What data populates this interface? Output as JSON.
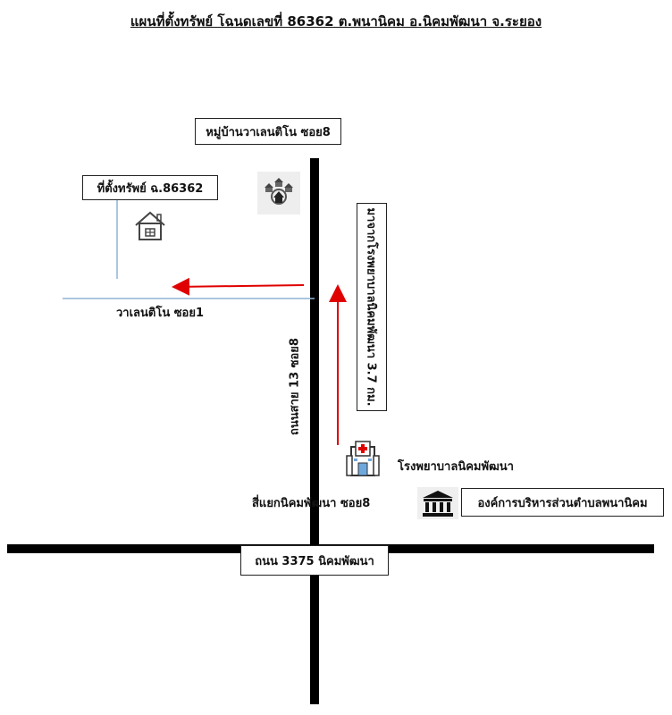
{
  "title": "แผนที่ตั้งทรัพย์ โฉนดเลขที่ 86362 ต.พนานิคม อ.นิคมพัฒนา จ.ระยอง",
  "labels": {
    "village": "หมู่บ้านวาเลนติโน ซอย8",
    "property": "ที่ตั้งทรัพย์ ฉ.86362",
    "soi1": "วาเลนติโน ซอย1",
    "road_vertical": "ถนนสาย 13 ซอย8",
    "distance_note": "มาจากโรงพยาบาลนิคมพัฒนา 3.7 กม.",
    "hospital": "โรงพยาบาลนิคมพัฒนา",
    "intersection": "สี่แยกนิคมพัฒนา ซอย8",
    "subdistrict_office": "องค์การบริหารส่วนตำบลพนานิคม",
    "main_road": "ถนน 3375 นิคมพัฒนา"
  },
  "icons": {
    "house": "house-icon",
    "village": "village-icon",
    "hospital": "hospital-icon",
    "government": "government-building-icon"
  },
  "colors": {
    "road": "#000000",
    "soi_line": "#8fb4d6",
    "arrow": "#e00000"
  }
}
